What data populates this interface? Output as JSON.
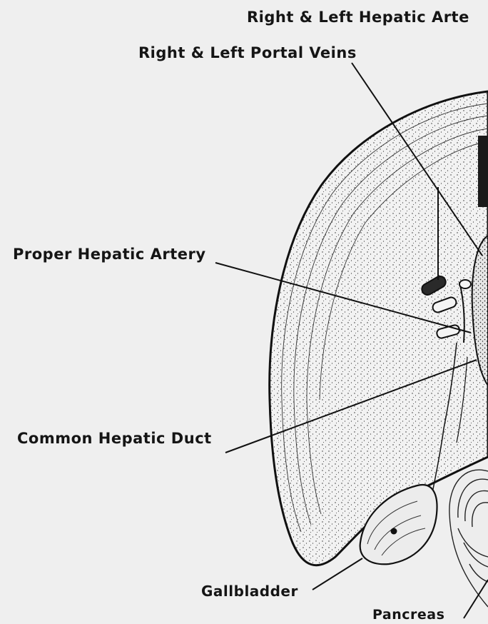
{
  "labels": {
    "hepatic_arteries": "Right & Left Hepatic Arte",
    "portal_veins": "Right & Left Portal Veins",
    "proper_hepatic_artery": "Proper Hepatic Artery",
    "common_hepatic_duct": "Common Hepatic Duct",
    "gallbladder": "Gallbladder",
    "pancreas": "Pancreas"
  },
  "colors": {
    "paper": "#efefef",
    "ink": "#151515",
    "stipple": "#2a2a2a"
  }
}
